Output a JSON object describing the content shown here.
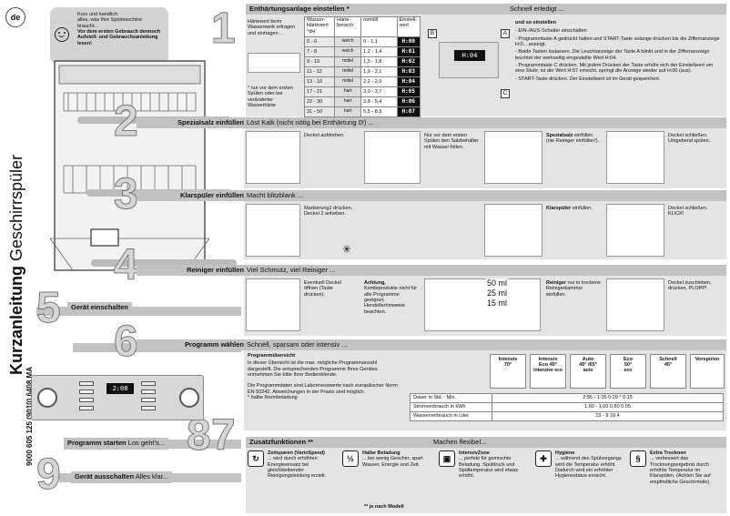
{
  "badge": "de",
  "title_bold": "Kurzanleitung",
  "title_rest": "Geschirrspüler",
  "part_number": "9000 605 125 (9010) 6408 MA",
  "intro_line1": "Kurz und handlich:",
  "intro_line2": "alles, was Ihre Spülmaschine braucht...",
  "intro_bold": "Vor dem ersten Gebrauch dennoch Aufstell- und Gebrauchsanleitung lesen!",
  "steps": {
    "s1": "1",
    "s2": "2",
    "s3": "3",
    "s4": "4",
    "s5": "5",
    "s6": "6",
    "s7": "7",
    "s8": "8",
    "s9": "9"
  },
  "section1": {
    "title": "Enthärtungsanlage einstellen *",
    "right": "Schnell erledigt ...",
    "left_text": "Härtewert beim Wasserwerk erfragen und eintragen ...",
    "footnote": "* nur vor dem ersten Spülen oder bei veränderter Wasserhärte",
    "col1": "Wasser-Härtewert °dH",
    "col2": "Härte-bereich",
    "col3": "mmol/l",
    "col4": "Einstell-wert",
    "rows": [
      {
        "dh": "0 - 6",
        "range": "weich",
        "mmol": "0 - 1,1",
        "set": "H:00"
      },
      {
        "dh": "7 - 8",
        "range": "weich",
        "mmol": "1,2 - 1,4",
        "set": "H:01"
      },
      {
        "dh": "9 - 10",
        "range": "mittel",
        "mmol": "1,5 - 1,8",
        "set": "H:02"
      },
      {
        "dh": "11 - 12",
        "range": "mittel",
        "mmol": "1,9 - 2,1",
        "set": "H:03"
      },
      {
        "dh": "13 - 16",
        "range": "mittel",
        "mmol": "2,2 - 2,9",
        "set": "H:04"
      },
      {
        "dh": "17 - 21",
        "range": "hart",
        "mmol": "3,0 - 3,7",
        "set": "H:05"
      },
      {
        "dh": "22 - 30",
        "range": "hart",
        "mmol": "3,8 - 5,4",
        "set": "H:06"
      },
      {
        "dh": "31 - 50",
        "range": "hart",
        "mmol": "5,5 - 8,9",
        "set": "H:07"
      }
    ],
    "panel_display": "H:04",
    "label_a": "A",
    "label_b": "B",
    "label_c": "C",
    "instr_title": "und so einstellen",
    "instr": [
      "- EIN-/AUS-Schalter einschalten",
      "- Programmtaste A gedrückt halten und START-Taste solange drücken bis die Ziffernanzeige H:0... anzeigt.",
      "- Beide Tasten loslassen. Die Leuchtanzeige der Taste A blinkt und in der Ziffernanzeige leuchtet der werkseitig eingestellte Wert H:04.",
      "- Programmtaste C drücken. Mit jedem Drücken der Taste erhöht sich der Einstellwert um eine Stufe; ist der Wert H:07 erreicht, springt die Anzeige wieder auf H:00 (aus).",
      "- START-Taste drücken. Der Einstellwert ist im Gerät gespeichert."
    ]
  },
  "section2": {
    "title": "Spezialsalz einfüllen",
    "sub": "Löst Kalk (nicht nötig bei Enthärtung 0!) ...",
    "c1": "Deckel aufdrehen.",
    "c2": "Nur vor dem ersten Spülen den Salzbehälter mit Wasser füllen.",
    "c3_bold": "Spezialsalz",
    "c3": "einfüllen (nie Reiniger einfüllen!).",
    "c4": "Deckel schließen. Umgebend spülen."
  },
  "section3": {
    "title": "Klarspüler einfüllen",
    "sub": "Macht blitzblank ...",
    "c1": "Markierung1 drücken, Deckel 2 anheben.",
    "c2_bold": "Klarspüler",
    "c2": "einfüllen.",
    "c3": "Deckel schließen. KLICK!"
  },
  "section4": {
    "title": "Reiniger einfüllen",
    "sub": "Viel Schmutz, viel Reiniger ...",
    "c1": "Eventuell Deckel öffnen (Taste drücken).",
    "c2_bold": "Achtung,",
    "c2": "Kombiprodukte nicht für alle Programme geeignet, Herstellerhinweise beachten.",
    "ml50": "50 ml",
    "ml25": "25 ml",
    "ml15": "15 ml",
    "c3_bold": "Reiniger",
    "c3": "nur in trockene Reinigerkammer einfüllen.",
    "c4": "Deckel zuschieben, drücken. PLOPP!"
  },
  "section5": {
    "title": "Gerät einschalten"
  },
  "section6": {
    "title": "Programm wählen",
    "sub": "Schnell, sparsam oder intensiv ...",
    "overview_title": "Programmübersicht",
    "overview_text": "In dieser Übersicht ist die max. mögliche Programmanzahl dargestellt. Die entsprechenden Programme Ihres Gerätes entnehmen Sie bitte Ihrer Bedienblende.",
    "norm_text": "Die Programmdaten sind Labormesswerte nach europäischer Norm EN 50242. Abweichungen in der Praxis sind möglich.",
    "norm_note": "* halbe Normbeladung",
    "programs": [
      {
        "name": "Intensiv",
        "temp": "70°",
        "extra": ""
      },
      {
        "name": "Intensiv",
        "temp": "Eco 45°",
        "extra": "intensive eco"
      },
      {
        "name": "Auto",
        "temp": "45° /65°",
        "extra": "auto"
      },
      {
        "name": "Eco",
        "temp": "50°",
        "extra": "eco"
      },
      {
        "name": "Schnell",
        "temp": "45°",
        "extra": ""
      },
      {
        "name": "Vorspülen",
        "temp": "",
        "extra": ""
      }
    ],
    "data_rows": [
      {
        "label": "Dauer in Std. : Min.",
        "value": "2:55 - 1:35  0:29 * 0:15"
      },
      {
        "label": "Stromverbrauch in kWh",
        "value": "1,60 - 1,00  0,80  0,05"
      },
      {
        "label": "Wasserverbrauch in Liter",
        "value": "19 - 9  10  4"
      }
    ],
    "display": "2:08"
  },
  "section7": {
    "title": "Programm starten",
    "sub": "Los geht's..."
  },
  "section9": {
    "title": "Gerät ausschalten",
    "sub": "Alles klar..."
  },
  "section_z": {
    "title": "Zusatzfunktionen **",
    "right": "Machen flexibel...",
    "footnote": "** je nach Modell",
    "items": [
      {
        "icon": "↻",
        "title": "Zeitsparen (VarioSpeed)",
        "text": "... wird durch erhöhten Energieeinsatz bei gleichbleibender Reinigungsleistung erzielt."
      },
      {
        "icon": "½",
        "title": "Halbe Beladung",
        "text": "... bei wenig Geschirr, spart Wasser, Energie und Zeit."
      },
      {
        "icon": "▣",
        "title": "IntensivZone",
        "text": "... perfekt für gemischte Beladung. Spüldruck und Spültemperatur wird etwas erhöht."
      },
      {
        "icon": "✚",
        "title": "Hygiene",
        "text": "... während des Spülvorgangs wird die Temperatur erhöht. Dadurch wird ein erhöhter Hygienestatus erreicht."
      },
      {
        "icon": "§",
        "title": "Extra Trocknen",
        "text": "... verbessert das Trocknungsergebnis durch erhöhte Temperatur im Klarspülen. (Achten Sie auf empfindliche Geschirrteile)."
      }
    ]
  }
}
